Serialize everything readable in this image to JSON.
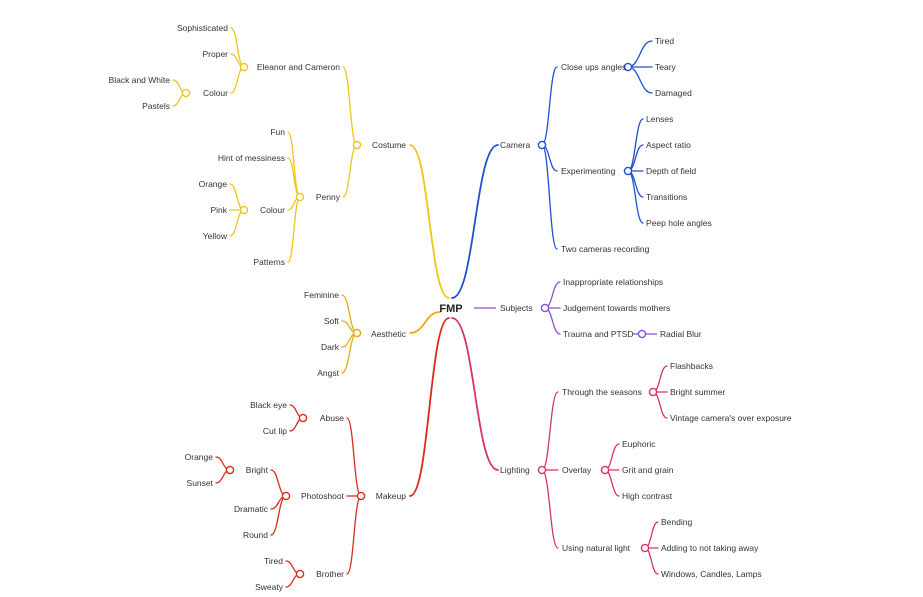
{
  "title": "FMP",
  "colors": {
    "camera": "#1f4fd1",
    "subjects": "#8a4fd6",
    "lighting": "#d6336c",
    "costume": "#f2c417",
    "aesthetic": "#eba80f",
    "makeup": "#d92b1a"
  },
  "branches": {
    "camera": {
      "label": "Camera",
      "close_ups": {
        "label": "Close ups angles",
        "items": [
          "Tired",
          "Teary",
          "Damaged"
        ]
      },
      "experimenting": {
        "label": "Experimenting",
        "items": [
          "Lenses",
          "Aspect ratio",
          "Depth of field",
          "Transitions",
          "Peep hole angles"
        ]
      },
      "two_cameras": "Two cameras recording"
    },
    "subjects": {
      "label": "Subjects",
      "inappropriate": "Inappropriate relationships",
      "judgement": "Judgement towards mothers",
      "trauma": {
        "label": "Trauma and PTSD",
        "child": "Radial Blur"
      }
    },
    "lighting": {
      "label": "Lighting",
      "seasons": {
        "label": "Through the seasons",
        "items": [
          "Flashbacks",
          "Bright summer",
          "Vintage camera's over exposure"
        ]
      },
      "overlay": {
        "label": "Overlay",
        "items": [
          "Euphoric",
          "Grit and grain",
          "High contrast"
        ]
      },
      "natural": {
        "label": "Using natural light",
        "items": [
          "Bending",
          "Adding to not taking away",
          "Windows, Candles, Lamps"
        ]
      }
    },
    "costume": {
      "label": "Costume",
      "eleanor": {
        "label": "Eleanor and Cameron",
        "sophisticated": "Sophisticated",
        "proper": "Proper",
        "colour": {
          "label": "Colour",
          "items": [
            "Black and White",
            "Pastels"
          ]
        }
      },
      "penny": {
        "label": "Penny",
        "fun": "Fun",
        "messiness": "Hint of messiness",
        "colour": {
          "label": "Colour",
          "items": [
            "Orange",
            "Pink",
            "Yellow"
          ]
        },
        "patterns": "Patterns"
      }
    },
    "aesthetic": {
      "label": "Aesthetic",
      "items": [
        "Feminine",
        "Soft",
        "Dark",
        "Angst"
      ]
    },
    "makeup": {
      "label": "Makeup",
      "abuse": {
        "label": "Abuse",
        "items": [
          "Black eye",
          "Cut lip"
        ]
      },
      "photoshoot": {
        "label": "Photoshoot",
        "bright": {
          "label": "Bright",
          "items": [
            "Orange",
            "Sunset"
          ]
        },
        "dramatic": "Dramatic",
        "round": "Round"
      },
      "brother": {
        "label": "Brother",
        "items": [
          "Tired",
          "Sweaty"
        ]
      }
    }
  }
}
